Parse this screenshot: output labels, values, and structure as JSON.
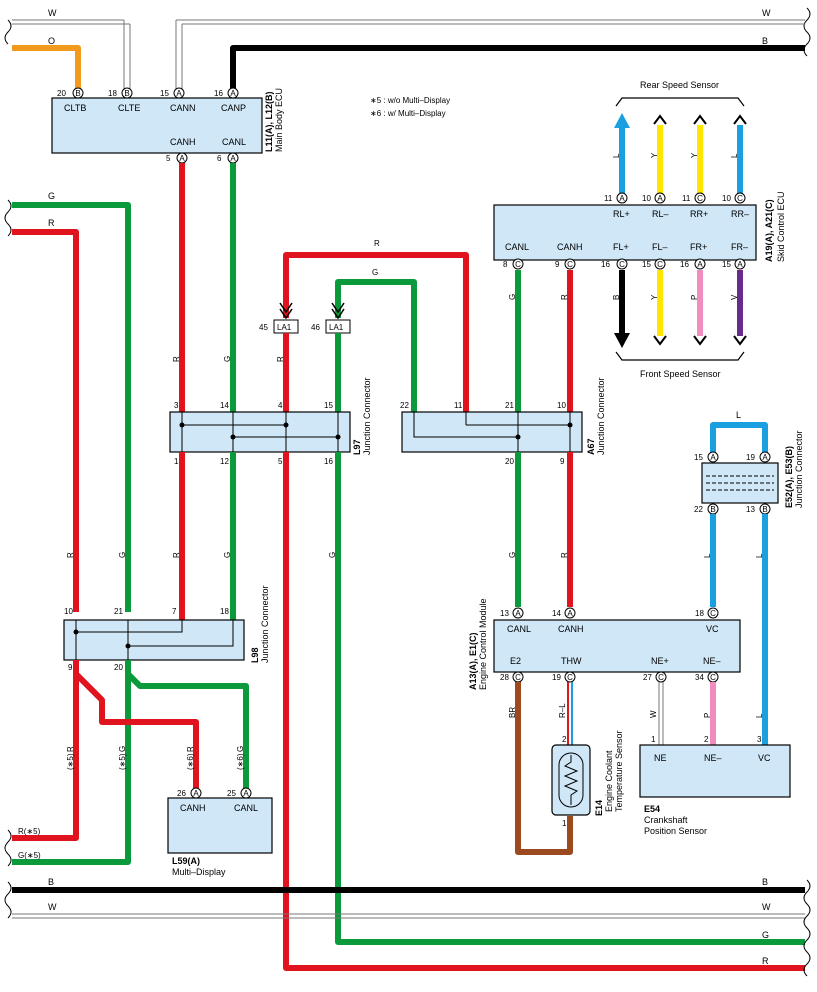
{
  "colors": {
    "red": "#e0141e",
    "green": "#0a9a3c",
    "black": "#000000",
    "orange": "#f29a1e",
    "blue": "#1aa0e0",
    "yellow": "#ffe600",
    "pink": "#f08cbe",
    "violet": "#6a2a8c",
    "brown": "#9a4a1e",
    "box_fill": "#cfe7f7"
  },
  "notes": [
    "∗5 : w/o Multi–Display",
    "∗6 : w/ Multi–Display"
  ],
  "bus_labels": {
    "w_top": "W",
    "b_top": "B",
    "g_left": "G",
    "r_left": "R",
    "b_bottom": "B",
    "w_bottom": "W",
    "g_bottom": "G",
    "r_bottom": "R",
    "o_top": "O",
    "r5_left": "R(∗5)",
    "g5_left": "G(∗5)"
  },
  "main_body_ecu": {
    "code": "L11(A), L12(B)",
    "name": "Main Body ECU",
    "pins_top": [
      {
        "num": "20",
        "conn": "B",
        "label": "CLTB"
      },
      {
        "num": "18",
        "conn": "B",
        "label": "CLTE"
      },
      {
        "num": "15",
        "conn": "A",
        "label": "CANN"
      },
      {
        "num": "16",
        "conn": "A",
        "label": "CANP"
      }
    ],
    "pins_bottom": [
      {
        "num": "5",
        "conn": "A",
        "label": "CANH"
      },
      {
        "num": "6",
        "conn": "A",
        "label": "CANL"
      }
    ]
  },
  "la1": [
    {
      "num": "45",
      "label": "LA1"
    },
    {
      "num": "46",
      "label": "LA1"
    }
  ],
  "l97": {
    "code": "L97",
    "name": "Junction Connector",
    "top": [
      "3",
      "14",
      "4",
      "15"
    ],
    "bottom": [
      "1",
      "12",
      "5",
      "16"
    ]
  },
  "a67": {
    "code": "A67",
    "name": "Junction Connector",
    "top": [
      "22",
      "11",
      "21",
      "10"
    ],
    "bottom": [
      "20",
      "9"
    ]
  },
  "l98": {
    "code": "L98",
    "name": "Junction Connector",
    "top": [
      "10",
      "21",
      "7",
      "18"
    ],
    "bottom": [
      "9",
      "20"
    ]
  },
  "skid_ecu": {
    "code": "A19(A), A21(C)",
    "name": "Skid Control ECU",
    "top_pins": [
      {
        "num": "11",
        "conn": "A",
        "label": "RL+",
        "color": "L"
      },
      {
        "num": "10",
        "conn": "A",
        "label": "RL–",
        "color": "Y"
      },
      {
        "num": "11",
        "conn": "C",
        "label": "RR+",
        "color": "Y"
      },
      {
        "num": "10",
        "conn": "C",
        "label": "RR–",
        "color": "L"
      }
    ],
    "bottom_pins": [
      {
        "num": "8",
        "conn": "C",
        "label": "CANL",
        "color": "G"
      },
      {
        "num": "9",
        "conn": "C",
        "label": "CANH",
        "color": "R"
      },
      {
        "num": "16",
        "conn": "C",
        "label": "FL+",
        "color": "B"
      },
      {
        "num": "15",
        "conn": "C",
        "label": "FL–",
        "color": "Y"
      },
      {
        "num": "16",
        "conn": "A",
        "label": "FR+",
        "color": "P"
      },
      {
        "num": "15",
        "conn": "A",
        "label": "FR–",
        "color": "V"
      }
    ],
    "rear_sensor": "Rear Speed Sensor",
    "front_sensor": "Front Speed Sensor"
  },
  "e52": {
    "code": "E52(A), E53(B)",
    "name": "Junction Connector",
    "top": [
      {
        "num": "15",
        "conn": "A"
      },
      {
        "num": "19",
        "conn": "A"
      }
    ],
    "bottom": [
      {
        "num": "22",
        "conn": "B"
      },
      {
        "num": "13",
        "conn": "B"
      }
    ],
    "wire_color": "L"
  },
  "ecm": {
    "code": "A13(A), E1(C)",
    "name": "Engine Control Module",
    "top_pins": [
      {
        "num": "13",
        "conn": "A",
        "label": "CANL"
      },
      {
        "num": "14",
        "conn": "A",
        "label": "CANH"
      },
      {
        "num": "18",
        "conn": "C",
        "label": "VC"
      }
    ],
    "bottom_pins": [
      {
        "num": "28",
        "conn": "C",
        "label": "E2",
        "color": "BR"
      },
      {
        "num": "19",
        "conn": "C",
        "label": "THW",
        "color": "R–L"
      },
      {
        "num": "27",
        "conn": "C",
        "label": "NE+",
        "color": "W"
      },
      {
        "num": "34",
        "conn": "C",
        "label": "NE–",
        "color": "P"
      }
    ]
  },
  "e14": {
    "code": "E14",
    "name": "Engine Coolant Temperature Sensor",
    "pins": [
      "2",
      "1"
    ]
  },
  "e54": {
    "code": "E54",
    "name": "Crankshaft Position Sensor",
    "pins": [
      {
        "num": "1",
        "label": "NE"
      },
      {
        "num": "2",
        "label": "NE–"
      },
      {
        "num": "3",
        "label": "VC"
      }
    ]
  },
  "l59": {
    "code": "L59(A)",
    "name": "Multi–Display",
    "pins": [
      {
        "num": "26",
        "conn": "A",
        "label": "CANH"
      },
      {
        "num": "25",
        "conn": "A",
        "label": "CANL"
      }
    ]
  },
  "wire_letters": {
    "R": "R",
    "G": "G",
    "L": "L",
    "Y": "Y",
    "B": "B",
    "P": "P",
    "V": "V",
    "W": "W",
    "BR": "BR",
    "RL": "R–L",
    "r6": "(∗6)",
    "r5": "(∗5)"
  }
}
